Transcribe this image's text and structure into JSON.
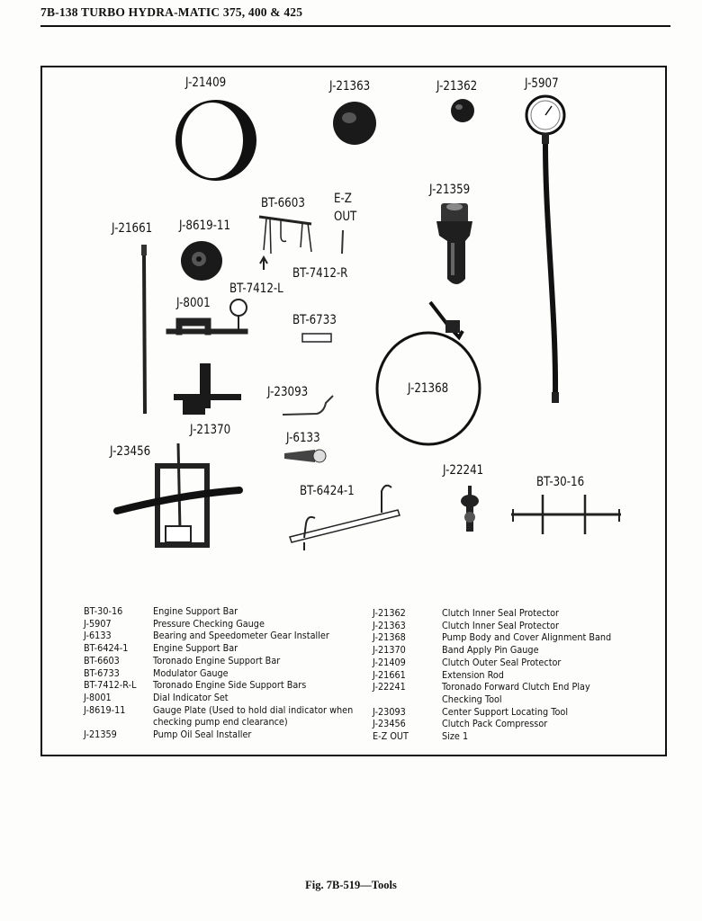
{
  "header": "7B-138  TURBO HYDRA-MATIC 375, 400 & 425",
  "caption": "Fig. 7B-519—Tools",
  "tool_labels": {
    "j21409": "J-21409",
    "j21363": "J-21363",
    "j21362": "J-21362",
    "j5907": "J-5907",
    "bt6603": "BT-6603",
    "ez": "E-Z",
    "ez_out": "OUT",
    "j21359": "J-21359",
    "j21661": "J-21661",
    "j8619": "J-8619-11",
    "bt7412r": "BT-7412-R",
    "bt7412l": "BT-7412-L",
    "j8001": "J-8001",
    "bt6733": "BT-6733",
    "j23093": "J-23093",
    "j21368": "J-21368",
    "j21370": "J-21370",
    "j23456": "J-23456",
    "j6133": "J-6133",
    "j22241": "J-22241",
    "bt6424": "BT-6424-1",
    "bt3016": "BT-30-16"
  },
  "legend_left": [
    {
      "code": "BT-30-16",
      "desc": "Engine Support Bar"
    },
    {
      "code": "J-5907",
      "desc": "Pressure Checking Gauge"
    },
    {
      "code": "J-6133",
      "desc": "Bearing and Speedometer Gear Installer"
    },
    {
      "code": "BT-6424-1",
      "desc": "Engine Support Bar"
    },
    {
      "code": "BT-6603",
      "desc": "Toronado Engine Support Bar"
    },
    {
      "code": "BT-6733",
      "desc": "Modulator Gauge"
    },
    {
      "code": "BT-7412-R-L",
      "desc": "Toronado Engine Side Support Bars"
    },
    {
      "code": "J-8001",
      "desc": "Dial Indicator Set"
    },
    {
      "code": "J-8619-11",
      "desc": "Gauge Plate (Used to hold dial indicator when"
    },
    {
      "code": "",
      "desc": "checking pump end clearance)"
    },
    {
      "code": "J-21359",
      "desc": "Pump Oil Seal Installer"
    }
  ],
  "legend_right": [
    {
      "code": "J-21362",
      "desc": "Clutch Inner Seal Protector"
    },
    {
      "code": "J-21363",
      "desc": "Clutch Inner Seal Protector"
    },
    {
      "code": "J-21368",
      "desc": "Pump Body and Cover Alignment Band"
    },
    {
      "code": "J-21370",
      "desc": "Band Apply Pin Gauge"
    },
    {
      "code": "J-21409",
      "desc": "Clutch Outer Seal Protector"
    },
    {
      "code": "J-21661",
      "desc": "Extension Rod"
    },
    {
      "code": "J-22241",
      "desc": "Toronado Forward Clutch End Play"
    },
    {
      "code": "",
      "desc": "Checking Tool"
    },
    {
      "code": "J-23093",
      "desc": "Center Support Locating Tool"
    },
    {
      "code": "J-23456",
      "desc": "Clutch Pack Compressor"
    },
    {
      "code": "E-Z OUT",
      "desc": "Size 1"
    }
  ]
}
